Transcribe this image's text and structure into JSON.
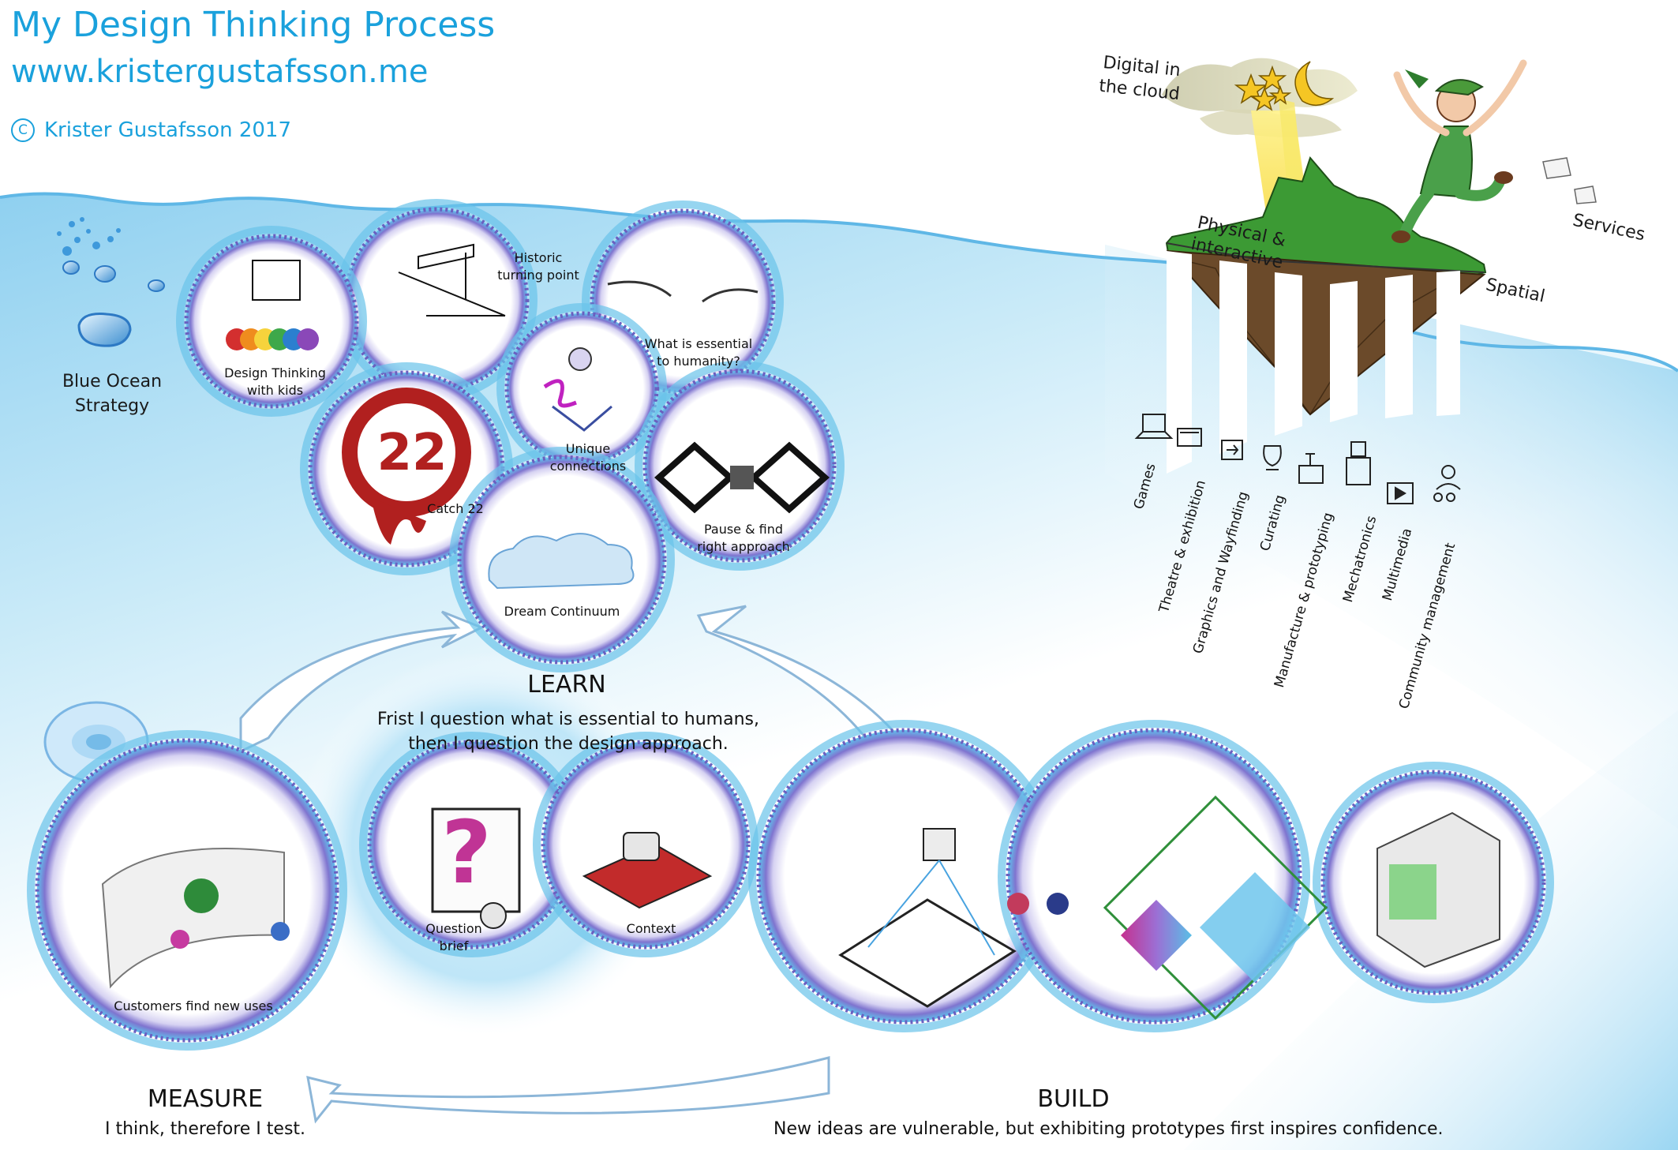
{
  "header": {
    "title": "My Design Thinking Process",
    "url": "www.kristergustafsson.me",
    "copyright": "Krister Gustafsson 2017"
  },
  "left_label": "Blue Ocean\nStrategy",
  "bubbles": {
    "historic": "Historic\nturning point",
    "humanity": "What is essential\nto humanity?",
    "kids": "Design Thinking\nwith kids",
    "unique": "Unique\nconnections",
    "catch22": "Catch 22",
    "catch22_number": "22",
    "pause": "Pause & find\nright approach",
    "dream": "Dream  Continuum",
    "question": "Question\nbrief",
    "question_mark": "?",
    "context": "Context",
    "customers": "Customers find new uses"
  },
  "learn": {
    "heading": "LEARN",
    "text": "Frist I question what is essential to humans,\nthen I question the design approach."
  },
  "measure": {
    "heading": "MEASURE",
    "text": "I think, therefore I test."
  },
  "build": {
    "heading": "BUILD",
    "text": "New ideas are vulnerable, but exhibiting prototypes first inspires confidence."
  },
  "island": {
    "digital": "Digital in\nthe cloud",
    "physical": "Physical &\ninteractive",
    "spatial": "Spatial",
    "services": "Services"
  },
  "disciplines": [
    "Games",
    "Theatre & exhibition",
    "Graphics and Wayfinding",
    "Curating",
    "Manufacture & prototyping",
    "Mechatronics",
    "Multimedia",
    "Community management"
  ],
  "colors": {
    "accent": "#1aa1dc",
    "water": "#bfe4f6",
    "bubble_ring": "#6a5fc0",
    "bubble_glow": "#69c3ea",
    "catch22_red": "#b1201f",
    "arrow": "#8cb6d8"
  }
}
